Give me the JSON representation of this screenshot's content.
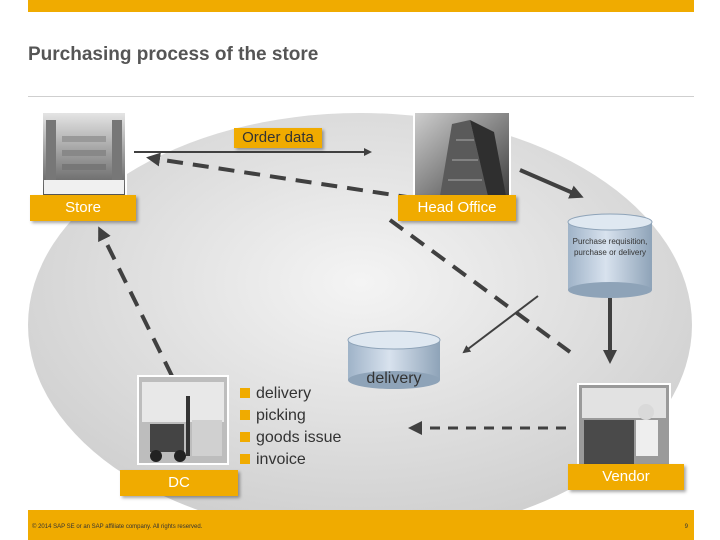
{
  "title": "Purchasing process of the store",
  "nodes": {
    "order_data": "Order data",
    "store": "Store",
    "head_office": "Head Office",
    "purchase_doc": "Purchase requisition, purchase or delivery",
    "delivery_doc": "delivery",
    "vendor": "Vendor",
    "dc": "DC"
  },
  "dc_steps": [
    "delivery",
    "picking",
    "goods issue",
    "invoice"
  ],
  "footer": {
    "copyright": "© 2014 SAP SE or an SAP affiliate company. All rights reserved.",
    "page": "9"
  },
  "colors": {
    "accent": "#f0ab00",
    "arrow": "#404040",
    "ellipse": "#d9d9d9"
  }
}
